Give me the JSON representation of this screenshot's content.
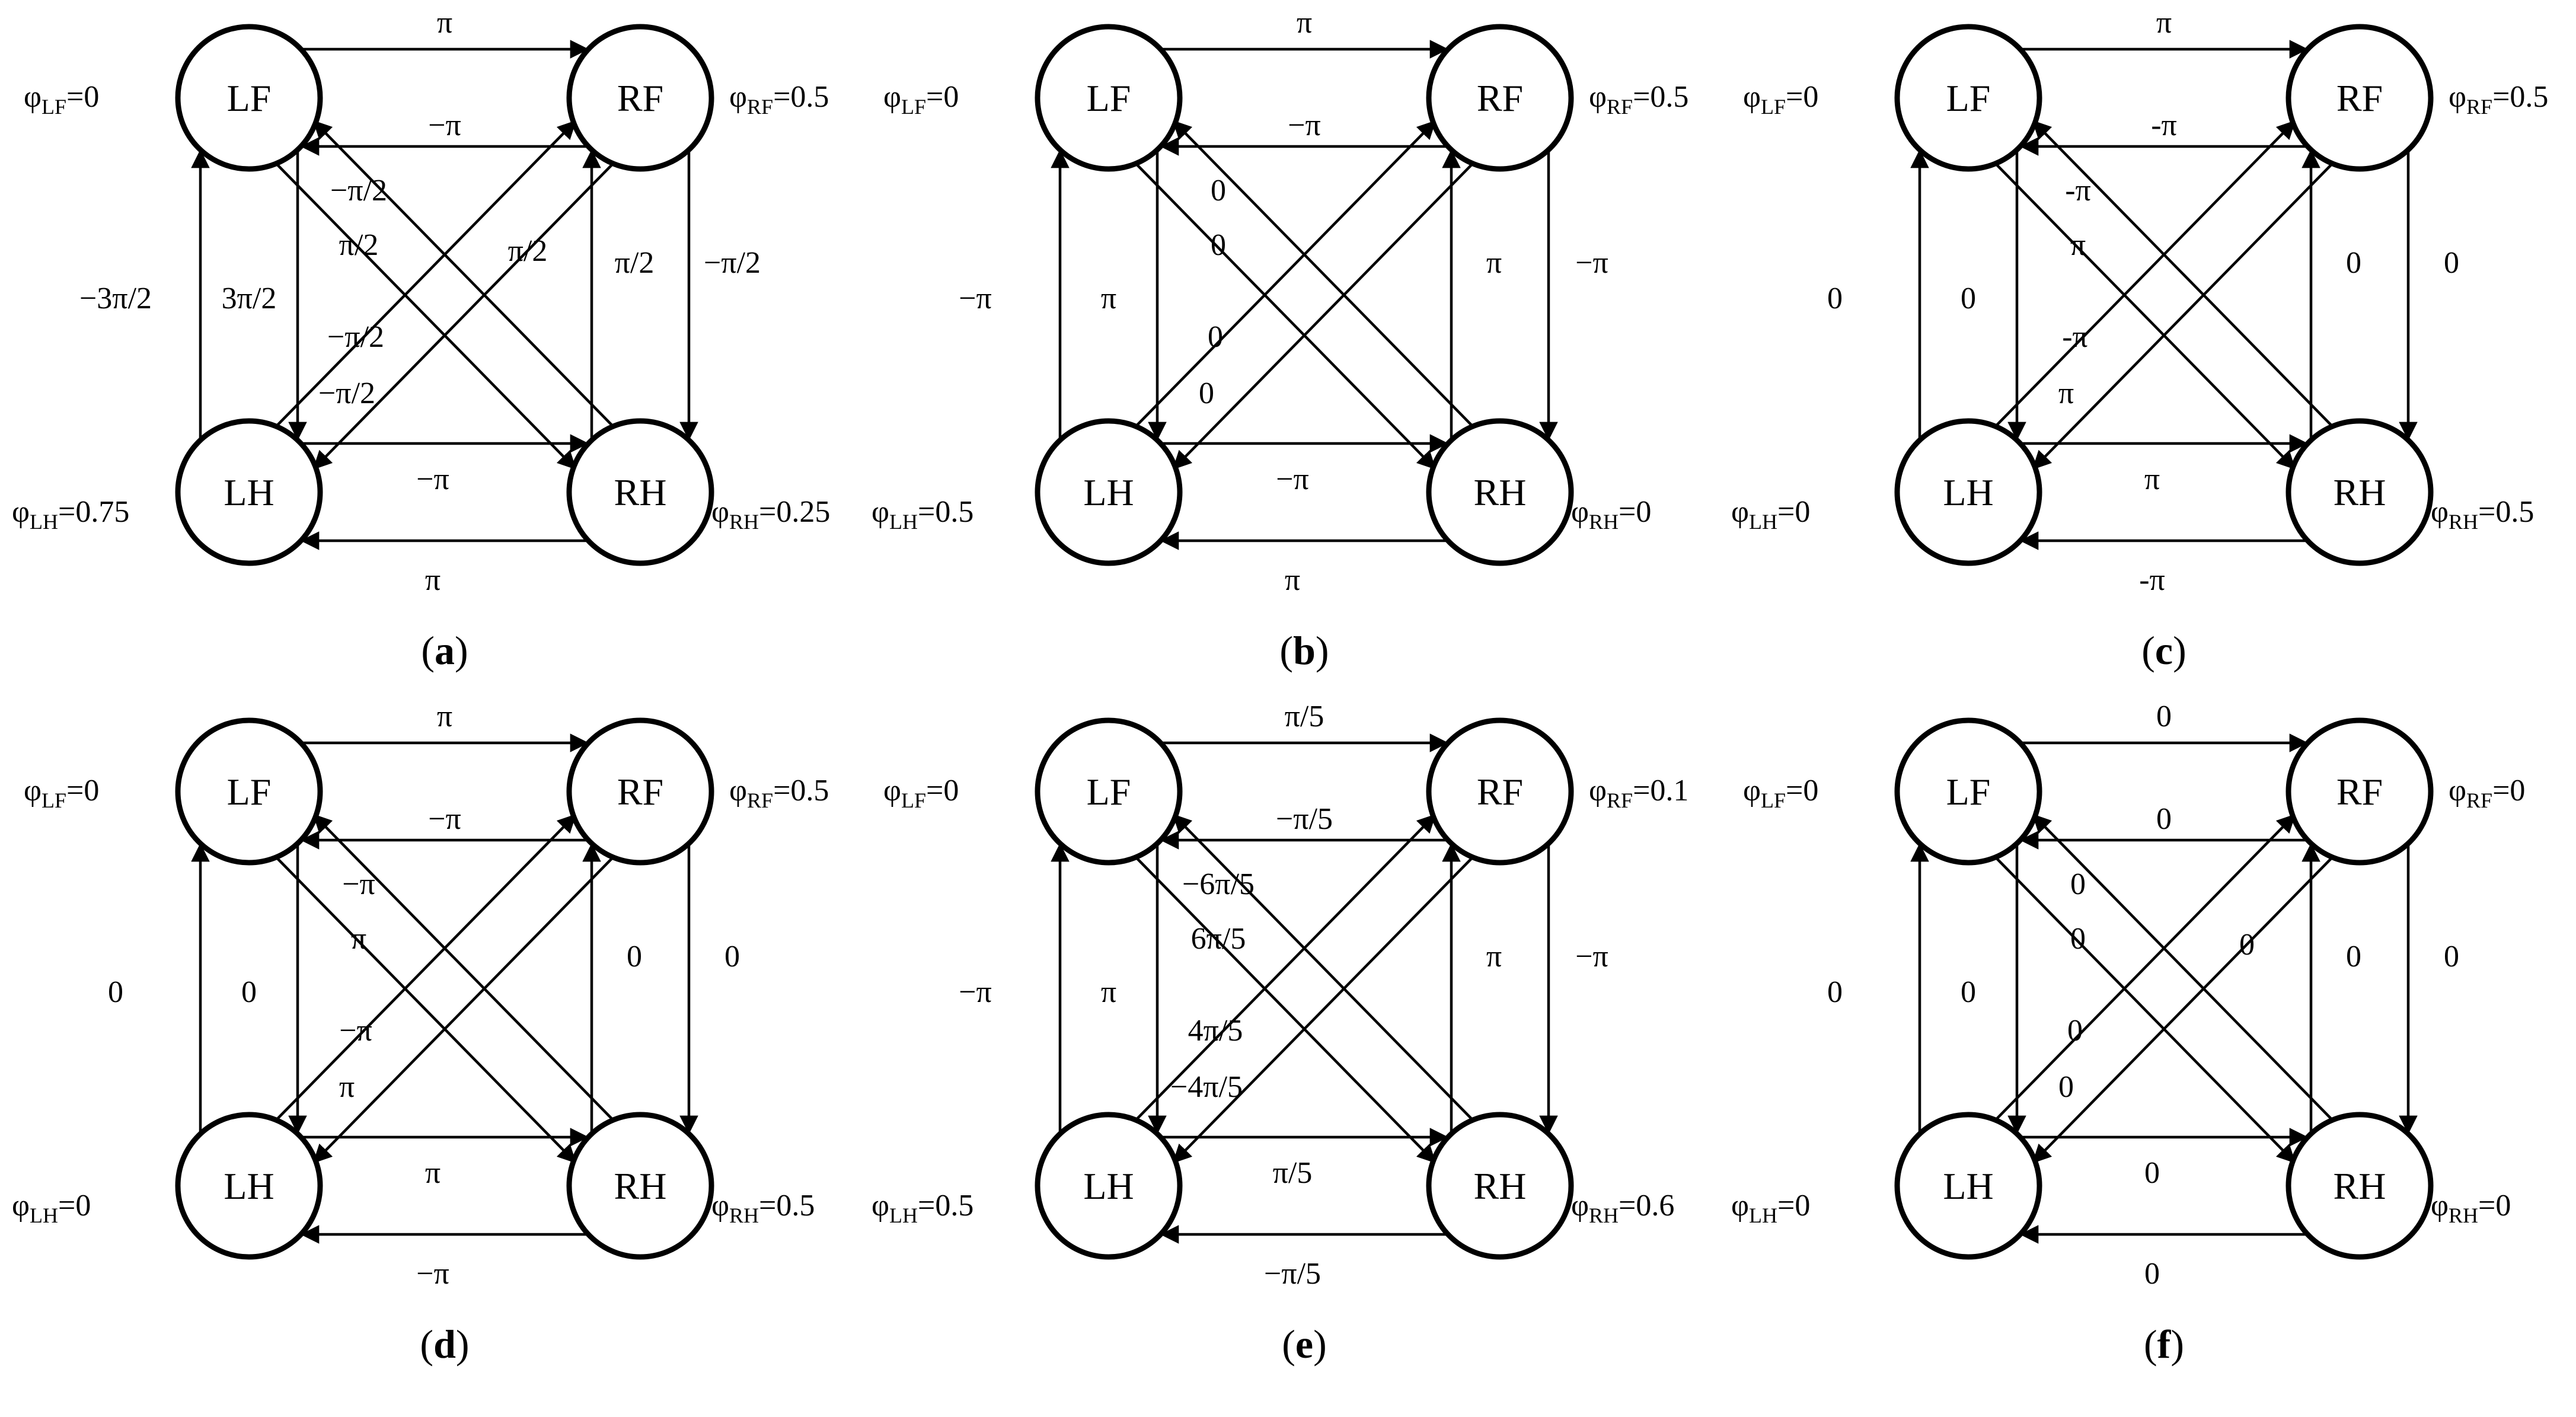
{
  "panels": [
    {
      "id": "a",
      "caption": "a",
      "phases": {
        "LF": {
          "symbol": "φ",
          "sub": "LF",
          "value": "=0"
        },
        "RF": {
          "symbol": "φ",
          "sub": "RF",
          "value": "=0.5"
        },
        "LH": {
          "symbol": "φ",
          "sub": "LH",
          "value": "=0.75"
        },
        "RH": {
          "symbol": "φ",
          "sub": "RH",
          "value": "=0.25"
        }
      },
      "edges": {
        "LF_RF": "π",
        "RF_LF": "−π",
        "LH_RH": "−π/2",
        "RH_LH": "π",
        "LF_RH": "−π/2",
        "RH_LF": "π/2",
        "RF_LH": "−π/2",
        "LH_RF": "π/2",
        "LH_LF": "−3π/2",
        "LF_LH": "3π/2",
        "RH_RF": "π/2",
        "RF_RH": "−π/2",
        "below_LH_RH": "−π"
      }
    },
    {
      "id": "b",
      "caption": "b",
      "phases": {
        "LF": {
          "symbol": "φ",
          "sub": "LF",
          "value": "=0"
        },
        "RF": {
          "symbol": "φ",
          "sub": "RF",
          "value": "=0.5"
        },
        "LH": {
          "symbol": "φ",
          "sub": "LH",
          "value": "=0.5"
        },
        "RH": {
          "symbol": "φ",
          "sub": "RH",
          "value": "=0"
        }
      },
      "edges": {
        "LF_RF": "π",
        "RF_LF": "−π",
        "LH_RH": "0",
        "RH_LH": "π",
        "LF_RH": "0",
        "RH_LF": "0",
        "RF_LH": "0",
        "LH_RF": "",
        "LH_LF": "−π",
        "LF_LH": "π",
        "RH_RF": "π",
        "RF_RH": "−π",
        "below_LH_RH": "−π"
      }
    },
    {
      "id": "c",
      "caption": "c",
      "phases": {
        "LF": {
          "symbol": "φ",
          "sub": "LF",
          "value": "=0"
        },
        "RF": {
          "symbol": "φ",
          "sub": "RF",
          "value": "=0.5"
        },
        "LH": {
          "symbol": "φ",
          "sub": "LH",
          "value": "=0"
        },
        "RH": {
          "symbol": "φ",
          "sub": "RH",
          "value": "=0.5"
        }
      },
      "edges": {
        "LF_RF": "π",
        "RF_LF": "-π",
        "LH_RH": "π",
        "RH_LH": "-π",
        "LF_RH": "-π",
        "RH_LF": "π",
        "RF_LH": "-π",
        "LH_RF": "",
        "LH_LF": "0",
        "LF_LH": "0",
        "RH_RF": "0",
        "RF_RH": "0",
        "below_LH_RH": "π"
      }
    },
    {
      "id": "d",
      "caption": "d",
      "phases": {
        "LF": {
          "symbol": "φ",
          "sub": "LF",
          "value": "=0"
        },
        "RF": {
          "symbol": "φ",
          "sub": "RF",
          "value": "=0.5"
        },
        "LH": {
          "symbol": "φ",
          "sub": "LH",
          "value": "=0"
        },
        "RH": {
          "symbol": "φ",
          "sub": "RH",
          "value": "=0.5"
        }
      },
      "edges": {
        "LF_RF": "π",
        "RF_LF": "−π",
        "LH_RH": "π",
        "RH_LH": "−π",
        "LF_RH": "−π",
        "RH_LF": "π",
        "RF_LH": "−π",
        "LH_RF": "",
        "LH_LF": "0",
        "LF_LH": "0",
        "RH_RF": "0",
        "RF_RH": "0",
        "below_LH_RH": "π"
      }
    },
    {
      "id": "e",
      "caption": "e",
      "phases": {
        "LF": {
          "symbol": "φ",
          "sub": "LF",
          "value": "=0"
        },
        "RF": {
          "symbol": "φ",
          "sub": "RF",
          "value": "=0.1"
        },
        "LH": {
          "symbol": "φ",
          "sub": "LH",
          "value": "=0.5"
        },
        "RH": {
          "symbol": "φ",
          "sub": "RH",
          "value": "=0.6"
        }
      },
      "edges": {
        "LF_RF": "π/5",
        "RF_LF": "−π/5",
        "LH_RH": "−4π/5",
        "RH_LH": "−π/5",
        "LF_RH": "−6π/5",
        "RH_LF": "6π/5",
        "RF_LH": "4π/5",
        "LH_RF": "",
        "LH_LF": "−π",
        "LF_LH": "π",
        "RH_RF": "π",
        "RF_RH": "−π",
        "below_LH_RH": "π/5"
      }
    },
    {
      "id": "f",
      "caption": "f",
      "phases": {
        "LF": {
          "symbol": "φ",
          "sub": "LF",
          "value": "=0"
        },
        "RF": {
          "symbol": "φ",
          "sub": "RF",
          "value": "=0"
        },
        "LH": {
          "symbol": "φ",
          "sub": "LH",
          "value": "=0"
        },
        "RH": {
          "symbol": "φ",
          "sub": "RH",
          "value": "=0"
        }
      },
      "edges": {
        "LF_RF": "0",
        "RF_LF": "0",
        "LH_RH": "0",
        "RH_LH": "0",
        "LF_RH": "0",
        "RH_LF": "0",
        "RF_LH": "0",
        "LH_RF": "0",
        "LH_LF": "0",
        "LF_LH": "0",
        "RH_RF": "0",
        "RF_RH": "0",
        "below_LH_RH": "0"
      }
    }
  ],
  "node_labels": {
    "LF": "LF",
    "RF": "RF",
    "LH": "LH",
    "RH": "RH"
  }
}
